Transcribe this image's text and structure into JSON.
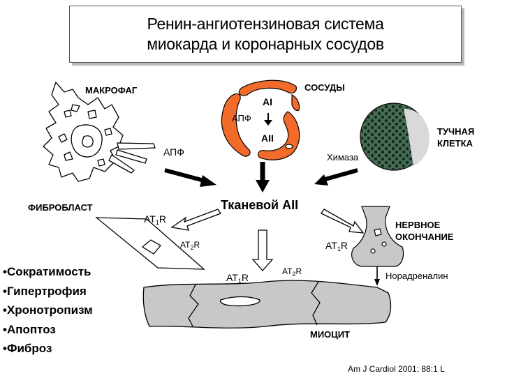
{
  "title": {
    "line1": "Ренин-ангиотензиновая система",
    "line2": "миокарда и коронарных сосудов"
  },
  "labels": {
    "macrophage": "МАКРОФАГ",
    "vessels": "СОСУДЫ",
    "mast_cell_line1": "ТУЧНАЯ",
    "mast_cell_line2": "КЛЕТКА",
    "fibroblast": "ФИБРОБЛАСТ",
    "nerve_line1": "НЕРВНОЕ",
    "nerve_line2": "ОКОНЧАНИЕ",
    "myocyte": "МИОЦИТ",
    "ace_macrophage": "АПФ",
    "ace_vessel": "АПФ",
    "angiotensin_1": "AI",
    "angiotensin_2": "AII",
    "chymase": "Химаза",
    "tissue_aii": "Тканевой AII",
    "noradrenaline": "Норадреналин"
  },
  "receptors": {
    "at_prefix": "AT",
    "sub_1": "1",
    "sub_2": "2",
    "suffix": "R"
  },
  "effects": [
    "Сократимость",
    "Гипертрофия",
    "Хронотропизм",
    "Апоптоз",
    "Фиброз"
  ],
  "citation": "Am J Cardiol 2001; 88:1 L",
  "colors": {
    "vessel_fill": "#f26b2a",
    "mast_cell_fill": "#4a6b55",
    "granule": "#0d2f1c",
    "accent_black": "#000000"
  }
}
